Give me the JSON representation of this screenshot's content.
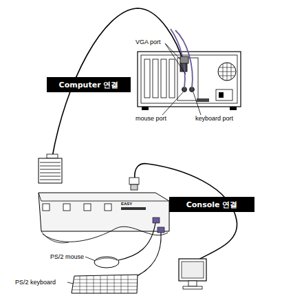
{
  "diagram": {
    "nodes": [
      {
        "text": [
          "Computer 연결"
        ]
      },
      {
        "text": [
          "Console 연결"
        ]
      }
    ],
    "labels": [
      "VGA port",
      "mouse port",
      "keyboard port",
      "EASY",
      "PS/2 mouse",
      "PS/2 keyboard"
    ]
  }
}
